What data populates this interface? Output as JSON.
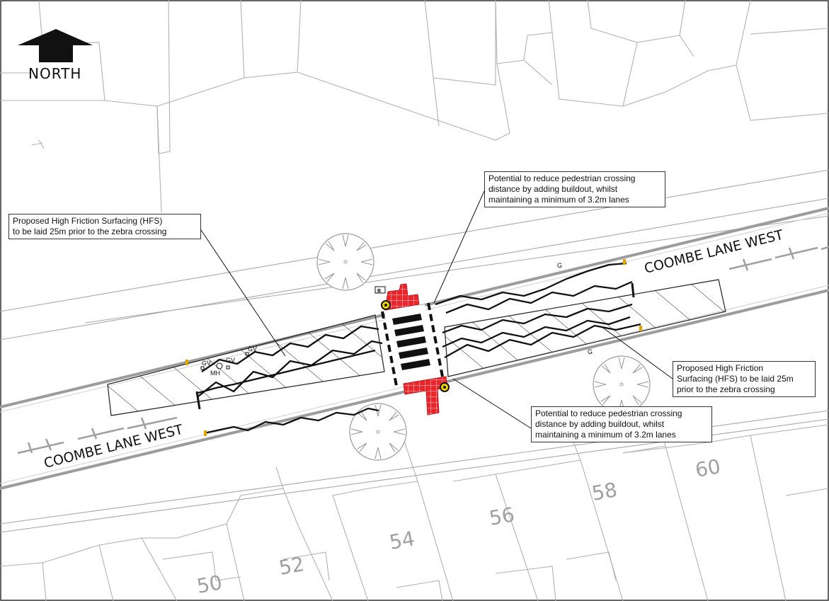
{
  "north": {
    "label": "NORTH"
  },
  "roads": {
    "north_label": "COOMBE LANE WEST",
    "south_label": "COOMBE LANE WEST"
  },
  "callouts": {
    "hfs_left": "Proposed High Friction Surfacing (HFS)\nto be laid 25m prior to the zebra crossing",
    "buildout_top": "Potential to reduce pedestrian crossing\ndistance by adding buildout, whilst\nmaintaining a minimum of 3.2m lanes",
    "hfs_right": "Proposed High Friction\nSurfacing (HFS) to be laid 25m\nprior to the zebra crossing",
    "buildout_bottom": "Potential to reduce pedestrian crossing\ndistance by adding buildout, whilst\nmaintaining a minimum of 3.2m lanes"
  },
  "features": {
    "gv1": "GV",
    "gv2": "GV",
    "gv3": "GV",
    "mh": "MH",
    "g_top": "G",
    "g_bottom": "G",
    "sign": "B"
  },
  "house_numbers": [
    "50",
    "52",
    "54",
    "56",
    "58",
    "60"
  ],
  "colors": {
    "tactile": "#e8262b",
    "beacon": "#f2d600",
    "linework": "#a8a8a8",
    "markings": "#111111"
  }
}
